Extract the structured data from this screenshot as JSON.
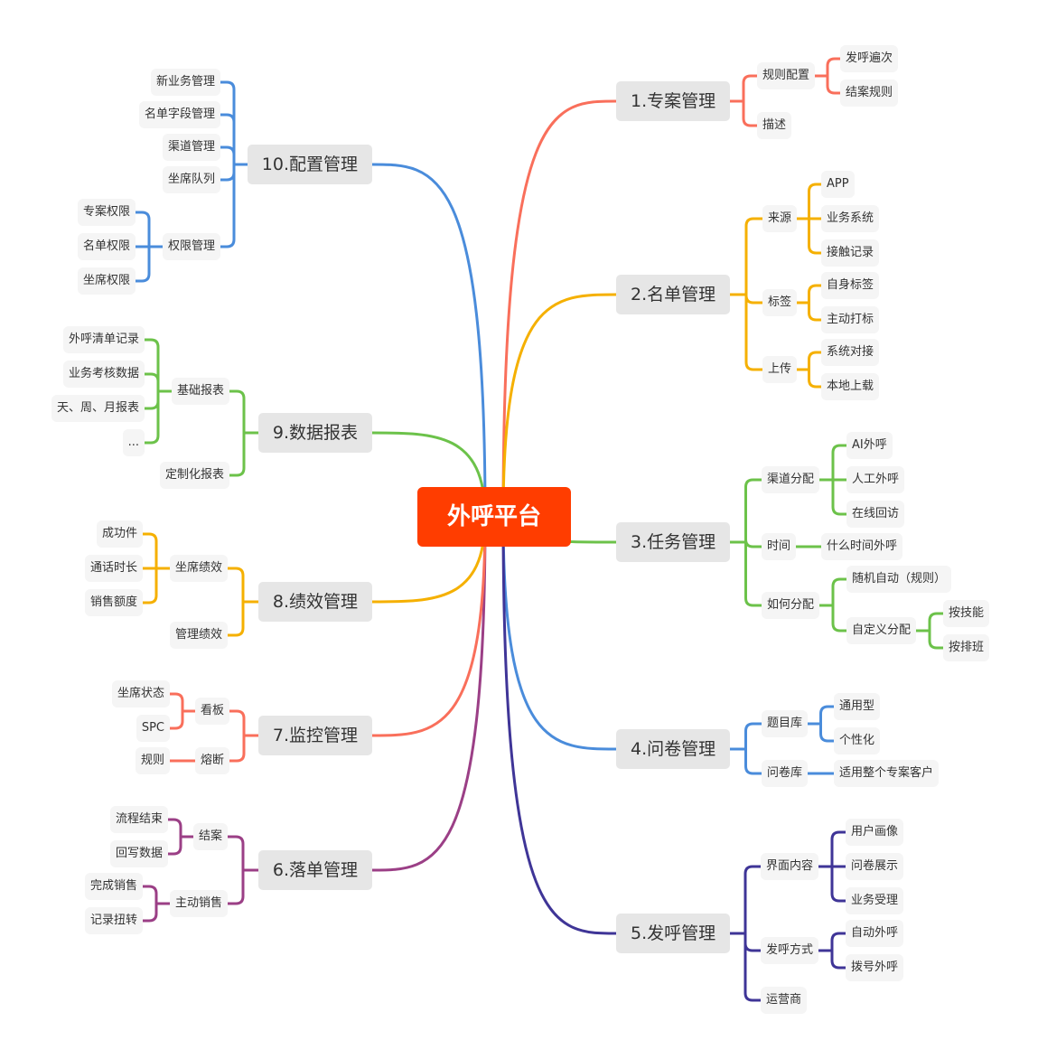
{
  "center": {
    "label": "外呼平台",
    "color": "#FF3D00"
  },
  "branches": [
    {
      "label": "1.专案管理",
      "color": "#F96F5B",
      "children": [
        {
          "label": "规则配置",
          "children": [
            {
              "label": "发呼遍次"
            },
            {
              "label": "结案规则"
            }
          ]
        },
        {
          "label": "描述"
        }
      ]
    },
    {
      "label": "2.名单管理",
      "color": "#F5B000",
      "children": [
        {
          "label": "来源",
          "children": [
            {
              "label": "APP"
            },
            {
              "label": "业务系统"
            },
            {
              "label": "接触记录"
            }
          ]
        },
        {
          "label": "标签",
          "children": [
            {
              "label": "自身标签"
            },
            {
              "label": "主动打标"
            }
          ]
        },
        {
          "label": "上传",
          "children": [
            {
              "label": "系统对接"
            },
            {
              "label": "本地上载"
            }
          ]
        }
      ]
    },
    {
      "label": "3.任务管理",
      "color": "#6CC24A",
      "children": [
        {
          "label": "渠道分配",
          "children": [
            {
              "label": "AI外呼"
            },
            {
              "label": "人工外呼"
            },
            {
              "label": "在线回访"
            }
          ]
        },
        {
          "label": "时间",
          "children": [
            {
              "label": "什么时间外呼"
            }
          ]
        },
        {
          "label": "如何分配",
          "children": [
            {
              "label": "随机自动（规则）"
            },
            {
              "label": "自定义分配",
              "children": [
                {
                  "label": "按技能"
                },
                {
                  "label": "按排班"
                }
              ]
            }
          ]
        }
      ]
    },
    {
      "label": "4.问卷管理",
      "color": "#4A8CDB",
      "children": [
        {
          "label": "题目库",
          "children": [
            {
              "label": "通用型"
            },
            {
              "label": "个性化"
            }
          ]
        },
        {
          "label": "问卷库",
          "children": [
            {
              "label": "适用整个专案客户"
            }
          ]
        }
      ]
    },
    {
      "label": "5.发呼管理",
      "color": "#3F3597",
      "children": [
        {
          "label": "界面内容",
          "children": [
            {
              "label": "用户画像"
            },
            {
              "label": "问卷展示"
            },
            {
              "label": "业务受理"
            }
          ]
        },
        {
          "label": "发呼方式",
          "children": [
            {
              "label": "自动外呼"
            },
            {
              "label": "拨号外呼"
            }
          ]
        },
        {
          "label": "运营商"
        }
      ]
    },
    {
      "label": "6.落单管理",
      "color": "#9B3F86",
      "children": [
        {
          "label": "结案",
          "children": [
            {
              "label": "流程结束"
            },
            {
              "label": "回写数据"
            }
          ]
        },
        {
          "label": "主动销售",
          "children": [
            {
              "label": "完成销售"
            },
            {
              "label": "记录扭转"
            }
          ]
        }
      ]
    },
    {
      "label": "7.监控管理",
      "color": "#F96F5B",
      "children": [
        {
          "label": "看板",
          "children": [
            {
              "label": "坐席状态"
            },
            {
              "label": "SPC"
            }
          ]
        },
        {
          "label": "熔断",
          "children": [
            {
              "label": "规则"
            }
          ]
        }
      ]
    },
    {
      "label": "8.绩效管理",
      "color": "#F5B000",
      "children": [
        {
          "label": "坐席绩效",
          "children": [
            {
              "label": "成功件"
            },
            {
              "label": "通话时长"
            },
            {
              "label": "销售额度"
            }
          ]
        },
        {
          "label": "管理绩效"
        }
      ]
    },
    {
      "label": "9.数据报表",
      "color": "#6CC24A",
      "children": [
        {
          "label": "基础报表",
          "children": [
            {
              "label": "外呼清单记录"
            },
            {
              "label": "业务考核数据"
            },
            {
              "label": "天、周、月报表"
            },
            {
              "label": "..."
            }
          ]
        },
        {
          "label": "定制化报表"
        }
      ]
    },
    {
      "label": "10.配置管理",
      "color": "#4A8CDB",
      "children": [
        {
          "label": "新业务管理"
        },
        {
          "label": "名单字段管理"
        },
        {
          "label": "渠道管理"
        },
        {
          "label": "坐席队列"
        },
        {
          "label": "权限管理",
          "children": [
            {
              "label": "专案权限"
            },
            {
              "label": "名单权限"
            },
            {
              "label": "坐席权限"
            }
          ]
        }
      ]
    }
  ]
}
